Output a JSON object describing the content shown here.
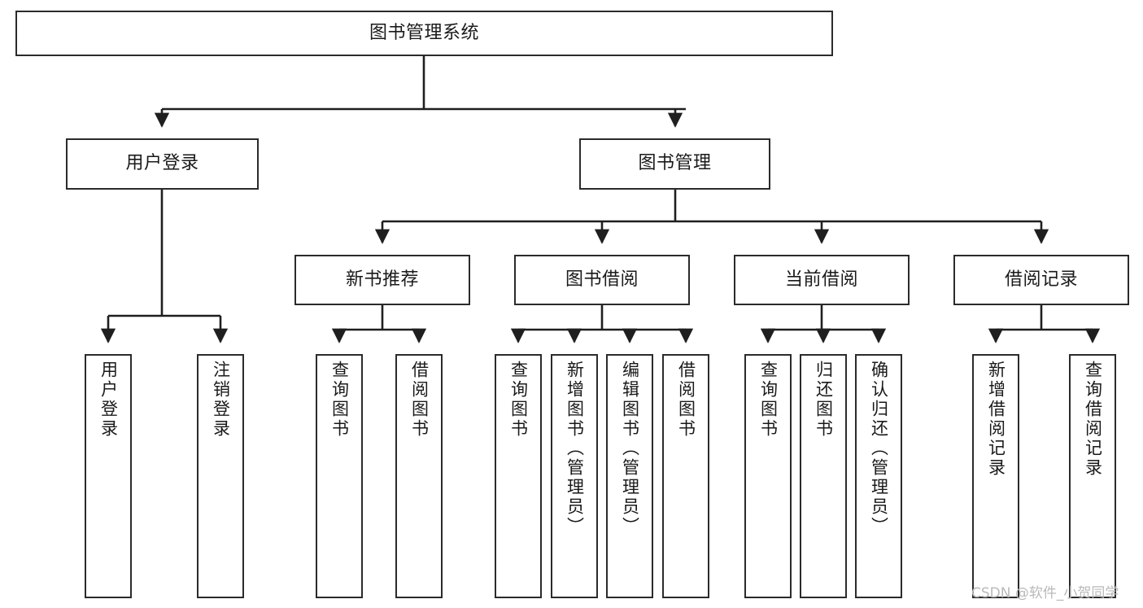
{
  "diagram": {
    "title": "图书管理系统",
    "watermark": "CSDN @软件_小贺同学",
    "colors": {
      "box_border": "#2b2b2b",
      "box_fill": "#ffffff",
      "edge": "#1f1f1f",
      "text": "#1a1a1a",
      "watermark": "#b9b9b9",
      "background": "#ffffff"
    },
    "nodes": {
      "root": {
        "label": "图书管理系统",
        "orientation": "horizontal",
        "level": 1
      },
      "n_user_login": {
        "label": "用户登录",
        "orientation": "horizontal",
        "level": 2
      },
      "n_book_mgmt": {
        "label": "图书管理",
        "orientation": "horizontal",
        "level": 2
      },
      "n_new_book_rec": {
        "label": "新书推荐",
        "orientation": "horizontal",
        "level": 3
      },
      "n_book_borrow": {
        "label": "图书借阅",
        "orientation": "horizontal",
        "level": 3
      },
      "n_current_borrow": {
        "label": "当前借阅",
        "orientation": "horizontal",
        "level": 3
      },
      "n_borrow_record": {
        "label": "借阅记录",
        "orientation": "horizontal",
        "level": 3
      },
      "l_user_login": {
        "label": "用户登录",
        "orientation": "vertical",
        "level": 4
      },
      "l_user_logout": {
        "label": "注销登录",
        "orientation": "vertical",
        "level": 4
      },
      "l_rec_query_book": {
        "label": "查询图书",
        "orientation": "vertical",
        "level": 4
      },
      "l_rec_borrow_book": {
        "label": "借阅图书",
        "orientation": "vertical",
        "level": 4
      },
      "l_bb_query_book": {
        "label": "查询图书",
        "orientation": "vertical",
        "level": 4
      },
      "l_bb_add_book": {
        "label": "新增图书（管理员）",
        "orientation": "vertical",
        "level": 4
      },
      "l_bb_edit_book": {
        "label": "编辑图书（管理员）",
        "orientation": "vertical",
        "level": 4
      },
      "l_bb_borrow_book": {
        "label": "借阅图书",
        "orientation": "vertical",
        "level": 4
      },
      "l_cb_query_book": {
        "label": "查询图书",
        "orientation": "vertical",
        "level": 4
      },
      "l_cb_return_book": {
        "label": "归还图书",
        "orientation": "vertical",
        "level": 4
      },
      "l_cb_confirm_return": {
        "label": "确认归还（管理员）",
        "orientation": "vertical",
        "level": 4
      },
      "l_br_add_record": {
        "label": "新增借阅记录",
        "orientation": "vertical",
        "level": 4
      },
      "l_br_query_record": {
        "label": "查询借阅记录",
        "orientation": "vertical",
        "level": 4
      }
    },
    "tree": [
      {
        "label": "图书管理系统",
        "children": [
          {
            "label": "用户登录",
            "children": [
              {
                "label": "用户登录"
              },
              {
                "label": "注销登录"
              }
            ]
          },
          {
            "label": "图书管理",
            "children": [
              {
                "label": "新书推荐",
                "children": [
                  {
                    "label": "查询图书"
                  },
                  {
                    "label": "借阅图书"
                  }
                ]
              },
              {
                "label": "图书借阅",
                "children": [
                  {
                    "label": "查询图书"
                  },
                  {
                    "label": "新增图书（管理员）"
                  },
                  {
                    "label": "编辑图书（管理员）"
                  },
                  {
                    "label": "借阅图书"
                  }
                ]
              },
              {
                "label": "当前借阅",
                "children": [
                  {
                    "label": "查询图书"
                  },
                  {
                    "label": "归还图书"
                  },
                  {
                    "label": "确认归还（管理员）"
                  }
                ]
              },
              {
                "label": "借阅记录",
                "children": [
                  {
                    "label": "新增借阅记录"
                  },
                  {
                    "label": "查询借阅记录"
                  }
                ]
              }
            ]
          }
        ]
      }
    ]
  }
}
